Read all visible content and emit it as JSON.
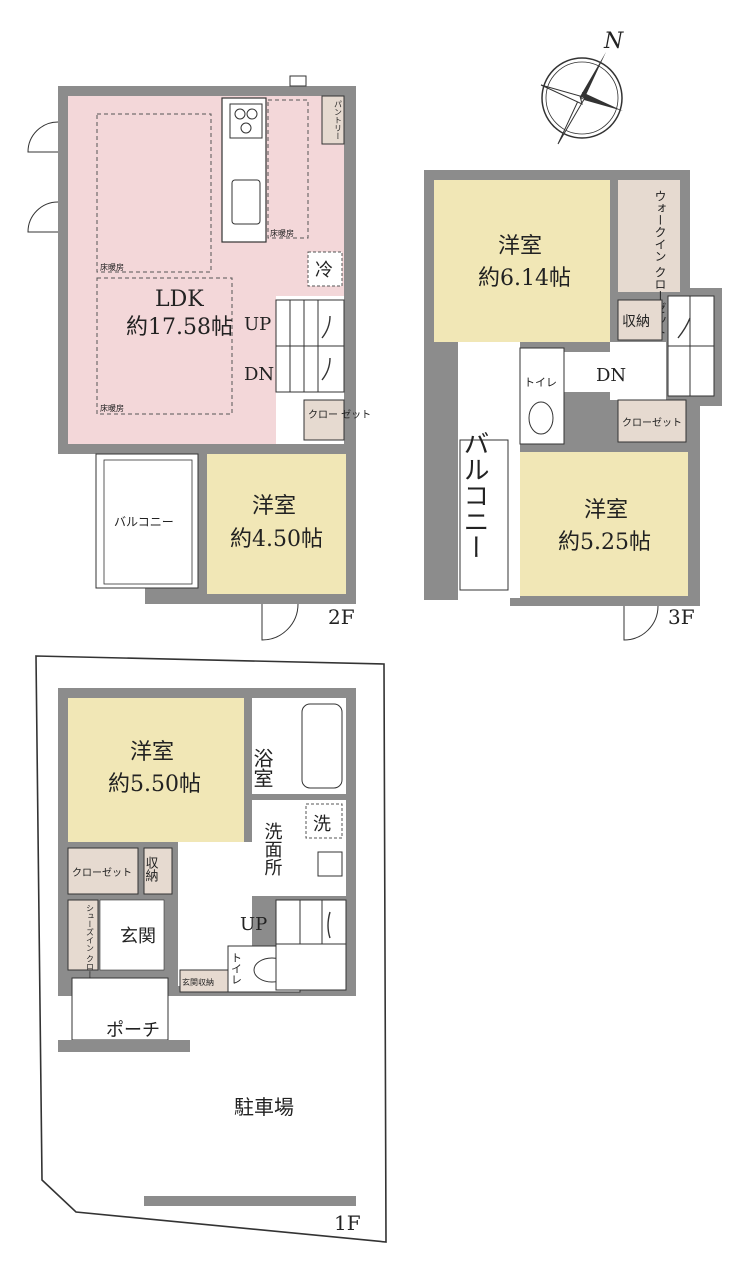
{
  "colors": {
    "wall": "#8c8c8c",
    "ldk": "#f3d7d9",
    "bedroom": "#f1e7b6",
    "storage": "#e6dad0",
    "line": "#333333"
  },
  "compass": {
    "north": "N"
  },
  "floor2": {
    "label": "2F",
    "ldk_name": "LDK",
    "ldk_size": "約17.58帖",
    "bedroom_name": "洋室",
    "bedroom_size": "約4.50帖",
    "closet": "クロー ゼット",
    "balcony": "バルコニー",
    "pantry": "パントリー",
    "fridge": "冷",
    "up": "UP",
    "dn": "DN",
    "floor_heating": "床暖房"
  },
  "floor3": {
    "label": "3F",
    "bedroom_a_name": "洋室",
    "bedroom_a_size": "約6.14帖",
    "bedroom_b_name": "洋室",
    "bedroom_b_size": "約5.25帖",
    "walkin": "ウォークイン クローゼット",
    "storage": "収納",
    "closet": "クローゼット",
    "toilet": "トイレ",
    "balcony": "バルコニー",
    "dn": "DN"
  },
  "floor1": {
    "label": "1F",
    "bedroom_name": "洋室",
    "bedroom_size": "約5.50帖",
    "bath": "浴室",
    "washroom": "洗面所",
    "washer": "洗",
    "closet": "クローゼット",
    "storage": "収納",
    "shoes_closet": "シューズイン クローゼット",
    "entrance": "玄関",
    "entrance_storage": "玄関収納",
    "toilet": "トイレ",
    "porch": "ポーチ",
    "parking": "駐車場",
    "up": "UP"
  }
}
